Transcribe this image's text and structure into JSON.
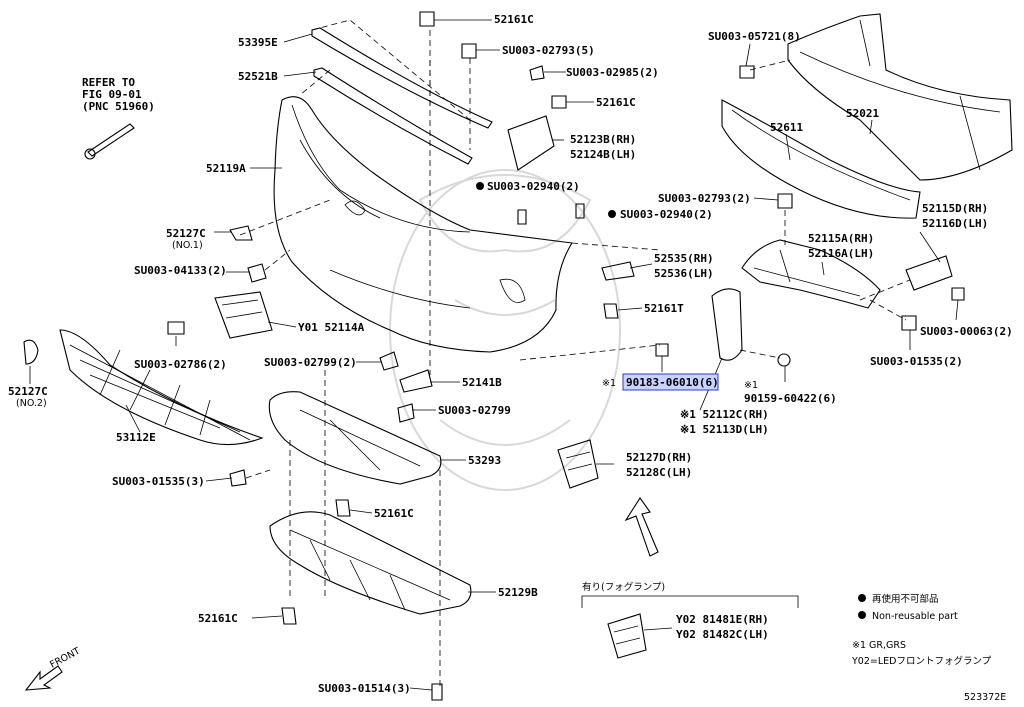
{
  "labels": {
    "l53395E": "53395E",
    "l52521B": "52521B",
    "l52119A": "52119A",
    "l52161C_top": "52161C",
    "l_su_02793_5": "SU003-02793(5)",
    "l_su_02985_2": "SU003-02985(2)",
    "l52161C_2": "52161C",
    "l52123B": "52123B(RH)",
    "l52124B": "52124B(LH)",
    "l_su_02940_a": "SU003-02940(2)",
    "l_su_02940_b": "SU003-02940(2)",
    "l52127C_no1": "52127C",
    "l_no1": "(NO.1)",
    "l_su_04133_2": "SU003-04133(2)",
    "l52114A": "Y01 52114A",
    "l_su_02786_2": "SU003-02786(2)",
    "l52127C_no2": "52127C",
    "l_no2": "(NO.2)",
    "l53112E": "53112E",
    "l_su_02799_2": "SU003-02799(2)",
    "l52141B": "52141B",
    "l_su_02799": "SU003-02799",
    "l53293": "53293",
    "l_su_01535_3": "SU003-01535(3)",
    "l52161C_3": "52161C",
    "l52129B": "52129B",
    "l52161C_4": "52161C",
    "l_su_01514_3": "SU003-01514(3)",
    "l52535": "52535(RH)",
    "l52536": "52536(LH)",
    "l52161T": "52161T",
    "l90183_mark": "※1",
    "l90183": "90183-06010(6)",
    "l90159_mark": "※1",
    "l90159": "90159-60422(6)",
    "l52112C": "※1 52112C(RH)",
    "l52113D": "※1 52113D(LH)",
    "l52127D": "52127D(RH)",
    "l52128C": "52128C(LH)",
    "l_su_05721_8": "SU003-05721(8)",
    "l52611": "52611",
    "l52021": "52021",
    "l_su_02793_2": "SU003-02793(2)",
    "l52115D": "52115D(RH)",
    "l52116D": "52116D(LH)",
    "l52115A": "52115A(RH)",
    "l52116A": "52116A(LH)",
    "l_su_00063_2": "SU003-00063(2)",
    "l_su_01535_2": "SU003-01535(2)",
    "l_fog_title": "有り(フォグランプ)",
    "l81481E": "Y02 81481E(RH)",
    "l81482C": "Y02 81482C(LH)",
    "front": "FRONT",
    "diagram_id": "523372E"
  },
  "refer": {
    "line1": "REFER TO",
    "line2": "FIG 09-01",
    "line3": "(PNC 51960)"
  },
  "legend": {
    "non_reusable_jp": "再使用不可部品",
    "non_reusable_en": "Non-reusable part",
    "note1": "※1 GR,GRS",
    "note2": "Y02=LEDフロントフォグランプ"
  },
  "colors": {
    "highlight_fill": "#c9d3ff",
    "highlight_stroke": "#2b3fbf"
  }
}
